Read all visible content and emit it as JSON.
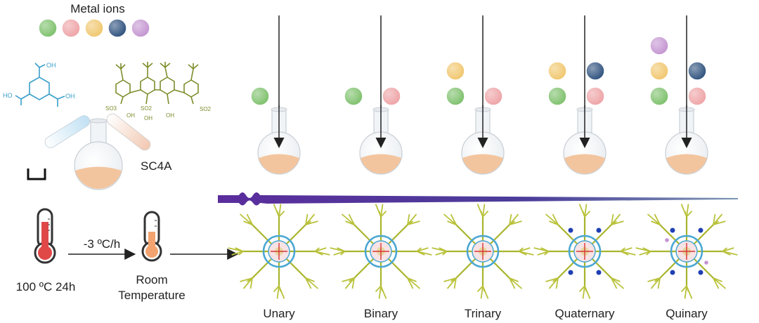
{
  "metal_ions": {
    "title": "Metal ions",
    "colors": [
      "#7cc06a",
      "#eea2a5",
      "#f0c66c",
      "#2b4f7c",
      "#c394d1"
    ]
  },
  "ligands": {
    "btc_label_top": "OH",
    "btc_label_left": "HO",
    "btc_label_bottom": "OH",
    "sc4a_label": "SC4A",
    "sc4a_groups": [
      "SO3",
      "OH",
      "SO2",
      "OH",
      "OH",
      "SO2"
    ]
  },
  "process": {
    "heat_label": "100 ºC 24h",
    "rate_label": "-3 ºC/h",
    "end_label_line1": "Room",
    "end_label_line2": "Temperature"
  },
  "systems": [
    {
      "name": "Unary",
      "ions": [
        [
          "green"
        ]
      ]
    },
    {
      "name": "Binary",
      "ions": [
        [
          "green",
          "pink"
        ]
      ]
    },
    {
      "name": "Trinary",
      "ions": [
        [
          "green",
          "pink"
        ],
        [
          "yellow"
        ]
      ]
    },
    {
      "name": "Quaternary",
      "ions": [
        [
          "green",
          "pink"
        ],
        [
          "yellow",
          "navy"
        ]
      ]
    },
    {
      "name": "Quinary",
      "ions": [
        [
          "green",
          "pink"
        ],
        [
          "yellow",
          "navy"
        ],
        [
          "purple"
        ]
      ]
    }
  ],
  "colors": {
    "green": "#7cc06a",
    "pink": "#eea2a5",
    "yellow": "#f0c66c",
    "navy": "#2b4f7c",
    "purple": "#c394d1",
    "liquid": "#f3c59e",
    "ligand_btc": "#3a9fc9",
    "ligand_sc4a": "#7e8c2b",
    "gradient_start": "#5a2d9c",
    "gradient_end": "#6d88a8"
  }
}
